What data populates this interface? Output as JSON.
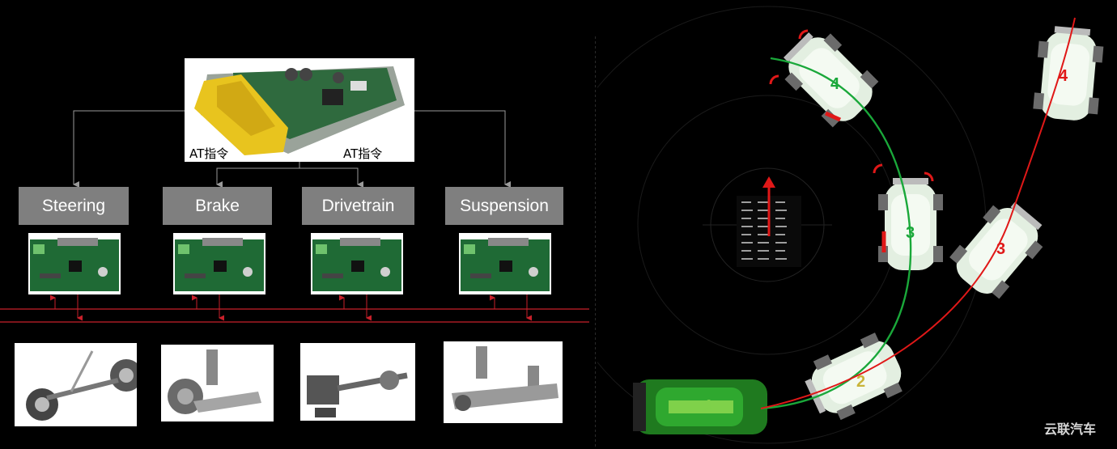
{
  "ecu": {
    "left_label": "AT指令",
    "right_label": "AT指令"
  },
  "systems": [
    {
      "label": "Steering"
    },
    {
      "label": "Brake"
    },
    {
      "label": "Drivetrain"
    },
    {
      "label": "Suspension"
    }
  ],
  "trajectory": {
    "green_labels": [
      "4",
      "3",
      "2",
      "1"
    ],
    "red_labels": [
      "4",
      "3"
    ]
  },
  "watermark": "云联汽车",
  "colors": {
    "green_path": "#1aa83a",
    "red_path": "#e01818",
    "box_gray": "#7f7f7f"
  }
}
